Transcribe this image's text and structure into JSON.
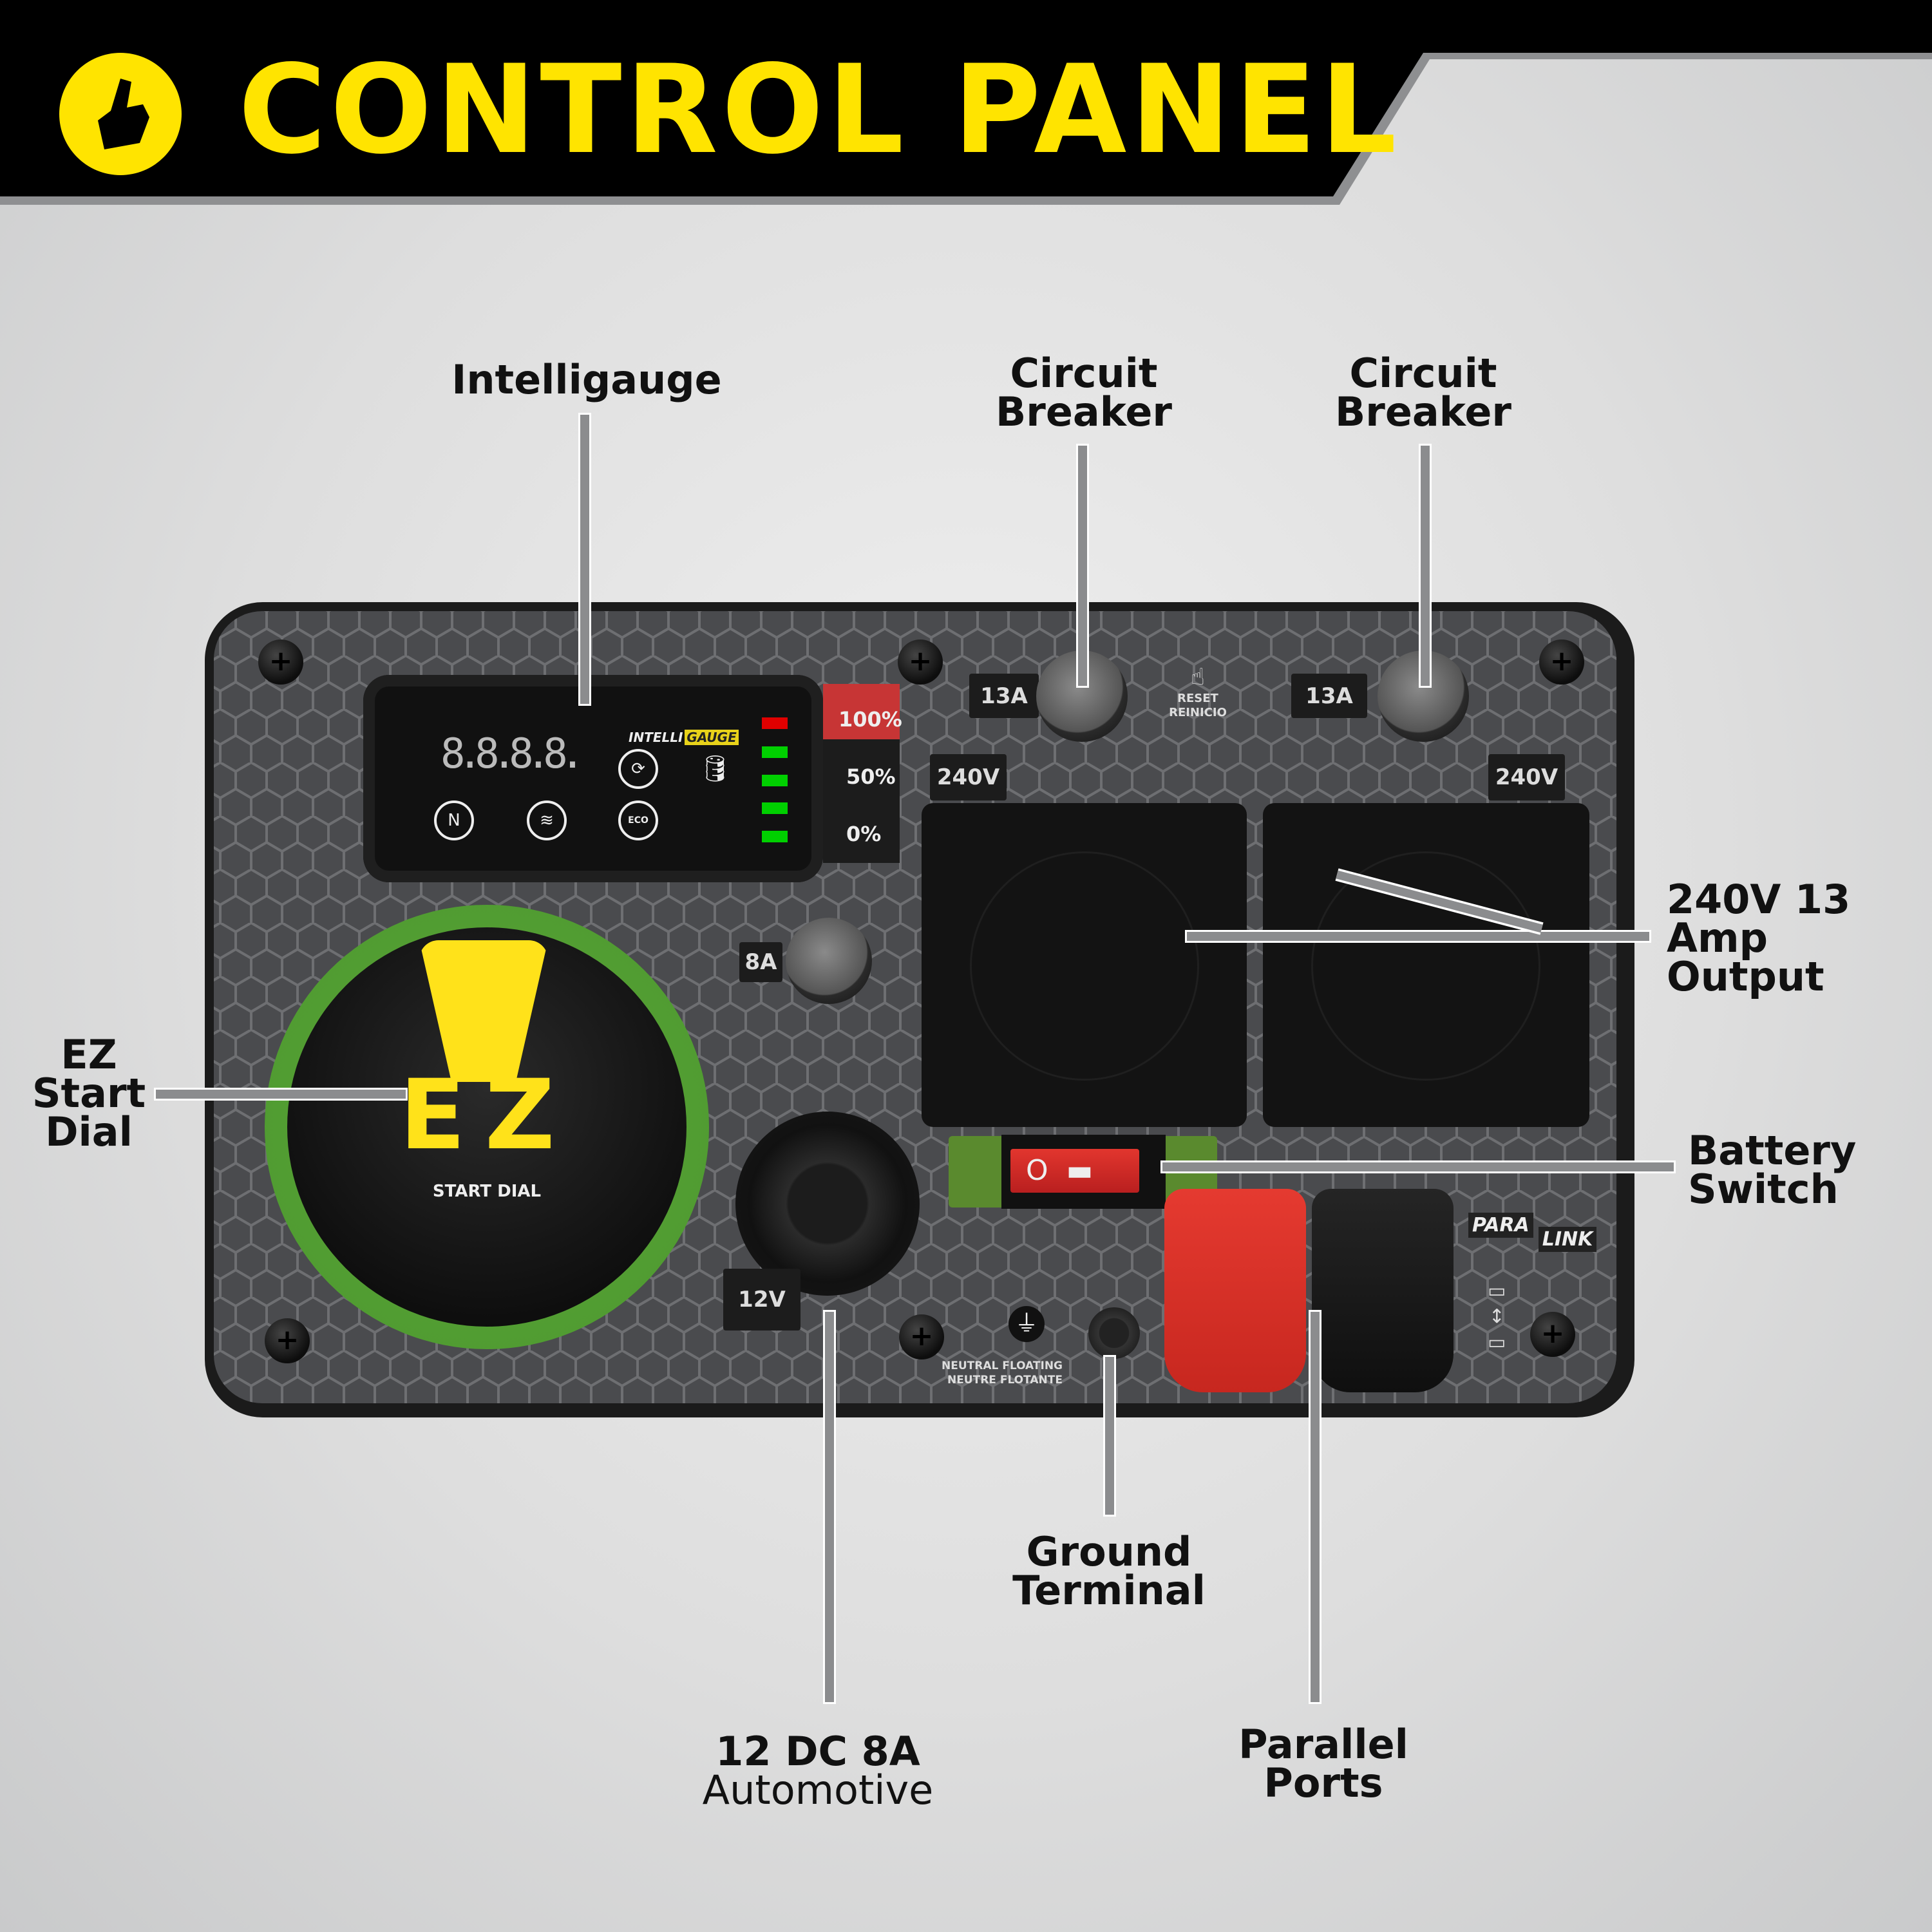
{
  "header": {
    "title": "CONTROL PANEL",
    "icon": "hand-pointer-icon",
    "accent_color": "#FFE400"
  },
  "callouts": {
    "intelligauge": "Intelligauge",
    "circuit_breaker_1": [
      "Circuit",
      "Breaker"
    ],
    "circuit_breaker_2": [
      "Circuit",
      "Breaker"
    ],
    "output_240v": [
      "240V 13",
      "Amp Output"
    ],
    "ez_start_dial": [
      "EZ",
      "Start",
      "Dial"
    ],
    "battery_switch": [
      "Battery",
      "Switch"
    ],
    "dc_output": [
      "12 DC 8A",
      "Automotive"
    ],
    "ground_terminal": [
      "Ground",
      "Terminal"
    ],
    "parallel_ports": [
      "Parallel",
      "Ports"
    ]
  },
  "panel": {
    "display_digits": "8.8.8.8.",
    "intelli": "INTELLI",
    "gauge": "GAUGE",
    "eco": "ECO",
    "level_scale": [
      "100%",
      "50%",
      "0%"
    ],
    "led_colors": [
      "#E00000",
      "#00D000",
      "#00D000",
      "#00D000",
      "#00D000"
    ],
    "breaker_left": "13A",
    "breaker_right": "13A",
    "voltage_left": "240V",
    "voltage_right": "240V",
    "reset": [
      "RESET",
      "REINICIO"
    ],
    "breaker_dc": "8A",
    "dc_label": "12V",
    "ez_logo": "EZ",
    "start_dial": "START DIAL",
    "neutral": [
      "NEUTRAL FLOATING",
      "NEUTRE FLOTANTE"
    ],
    "para": "PARA",
    "link": "LINK"
  }
}
